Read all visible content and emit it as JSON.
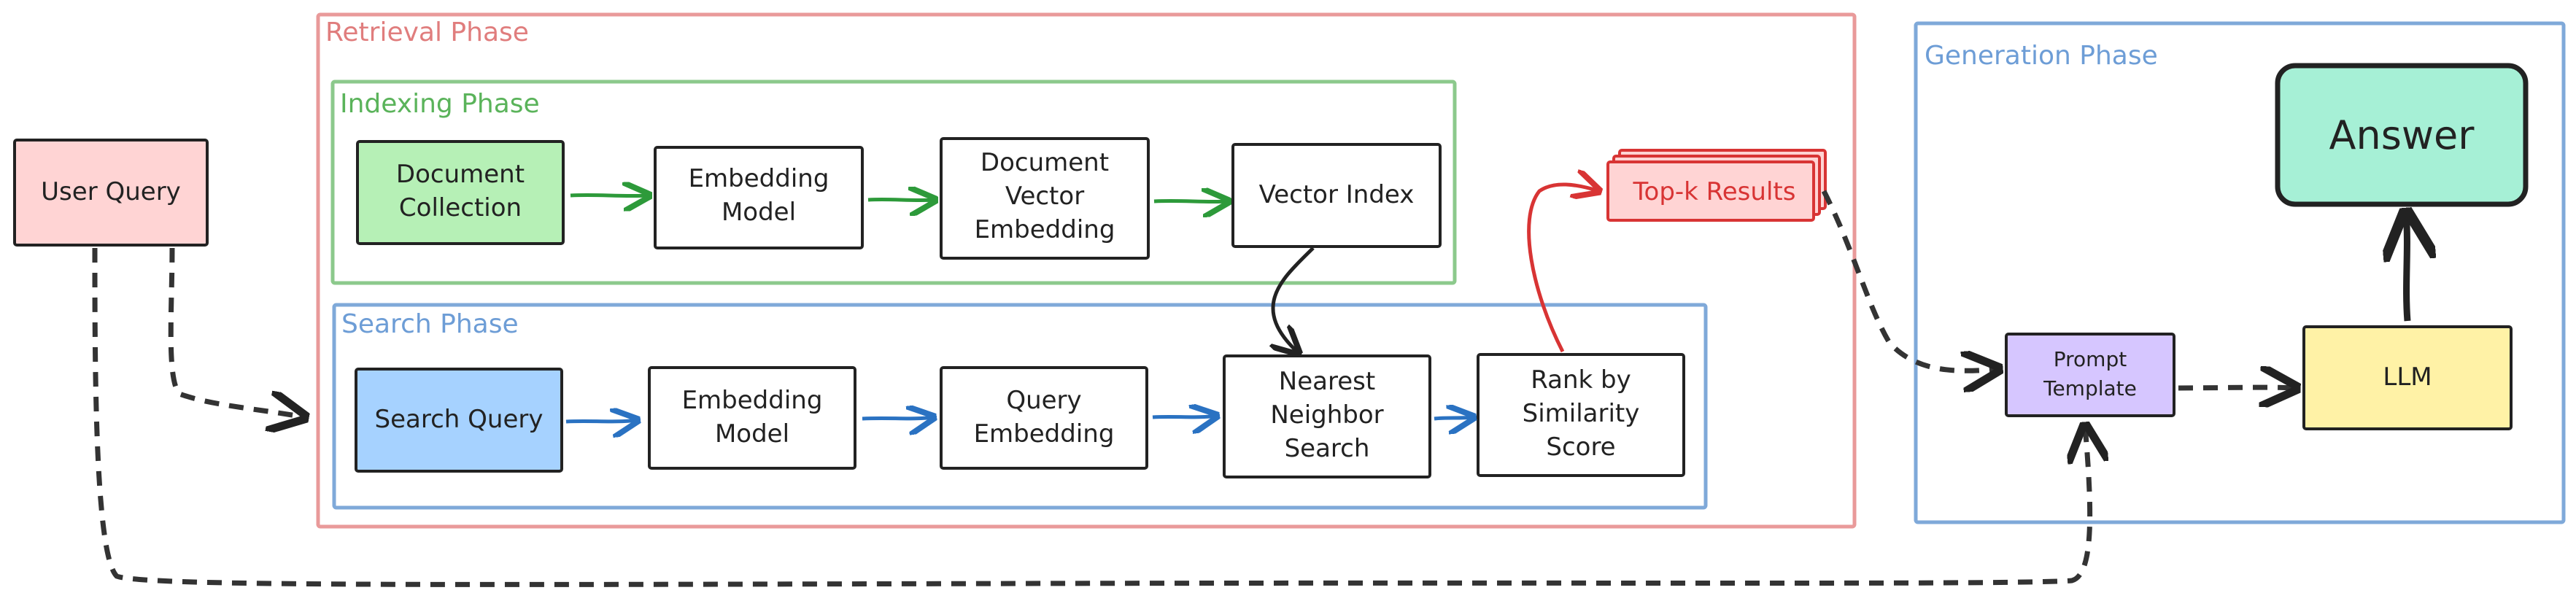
{
  "phases": {
    "retrieval": "Retrieval Phase",
    "indexing": "Indexing Phase",
    "search": "Search Phase",
    "generation": "Generation Phase"
  },
  "nodes": {
    "user_query": "User Query",
    "doc_collection": [
      "Document",
      "Collection"
    ],
    "embed_model_1": [
      "Embedding",
      "Model"
    ],
    "doc_vector_embedding": [
      "Document",
      "Vector",
      "Embedding"
    ],
    "vector_index": "Vector Index",
    "search_query": "Search Query",
    "embed_model_2": [
      "Embedding",
      "Model"
    ],
    "query_embedding": [
      "Query",
      "Embedding"
    ],
    "nearest_neighbor": [
      "Nearest",
      "Neighbor",
      "Search"
    ],
    "rank_similarity": [
      "Rank by",
      "Similarity",
      "Score"
    ],
    "topk_results": "Top-k Results",
    "prompt_template": [
      "Prompt",
      "Template"
    ],
    "llm": "LLM",
    "answer": "Answer"
  },
  "colors": {
    "retrieval": "#e99a9a",
    "indexing": "#8cc98c",
    "search": "#7fa9d9",
    "generation": "#7fa9d9",
    "green_arrow": "#2d9a3a",
    "blue_arrow": "#2a72c2",
    "red_arrow": "#d83434",
    "user_query_fill": "#ffd4d4",
    "doc_collection_fill": "#b6f0b6",
    "search_query_fill": "#a6d2ff",
    "topk_fill": "#ffd4d4",
    "prompt_fill": "#d6c6ff",
    "llm_fill": "#fff2a6",
    "answer_fill": "#a6f0d6"
  }
}
